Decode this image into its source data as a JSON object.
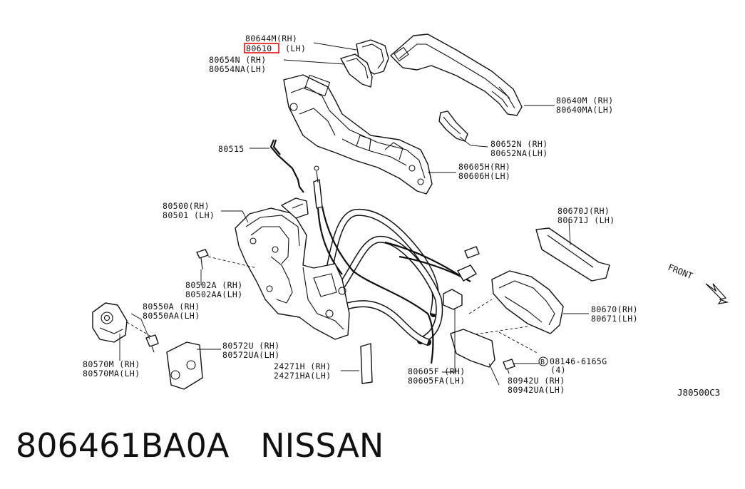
{
  "diagram": {
    "labels": {
      "p80644m": "80644M(RH)",
      "p80610": "80610",
      "p80610_lh": "(LH)",
      "p80654n": "80654N (RH)",
      "p80654na": "80654NA(LH)",
      "p80640m": "80640M (RH)",
      "p80640ma": "80640MA(LH)",
      "p80652n": "80652N (RH)",
      "p80652na": "80652NA(LH)",
      "p80515": "80515",
      "p80605h": "80605H(RH)",
      "p80606h": "80606H(LH)",
      "p80500": "80500(RH)",
      "p80501": "80501 (LH)",
      "p80670j": "80670J(RH)",
      "p80671j": "80671J (LH)",
      "p80502a": "80502A (RH)",
      "p80502aa": "80502AA(LH)",
      "p80550a": "80550A (RH)",
      "p80550aa": "80550AA(LH)",
      "p80670": "80670(RH)",
      "p80671": "80671(LH)",
      "p80570m": "80570M (RH)",
      "p80570ma": "80570MA(LH)",
      "p80572u": "80572U (RH)",
      "p80572ua": "80572UA(LH)",
      "p24271h": "24271H (RH)",
      "p24271ha": "24271HA(LH)",
      "p80605f": "80605F (RH)",
      "p80605fa": "80605FA(LH)",
      "p08146": "08146-6165G",
      "p08146_qty": "(4)",
      "bolt_symbol": "B",
      "p80942u": "80942U (RH)",
      "p80942ua": "80942UA(LH)",
      "front": "FRONT",
      "diagram_code": "J80500C3"
    },
    "highlight_color": "#e01010"
  },
  "footer": {
    "part_number": "806461BA0A",
    "brand": "NISSAN"
  }
}
